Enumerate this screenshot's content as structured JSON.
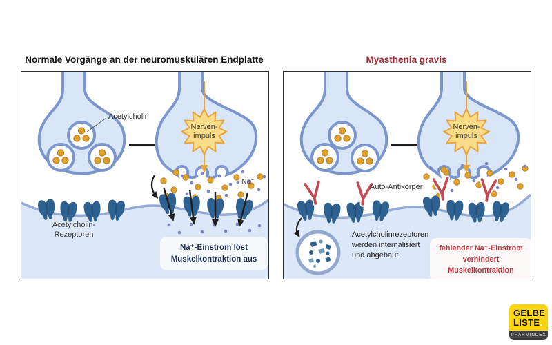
{
  "left_panel": {
    "title": "Normale Vorgänge an der neuromuskulären Endplatte",
    "labels": {
      "acetylcholine": "Acetylcholin",
      "nerve_impulse": "Nerven-\nimpuls",
      "sodium": "Na⁺",
      "receptors": "Acetylcholin-\nRezeptoren",
      "result_box": "Na⁺-Einstrom löst\nMuskelkontraktion aus"
    }
  },
  "right_panel": {
    "title": "Myasthenia gravis",
    "labels": {
      "nerve_impulse": "Nerven-\nimpuls",
      "auto_antibodies": "Auto-Antikörper",
      "internalization": "Acetylcholinrezeptoren\nwerden internalisiert\nund abgebaut",
      "result_box": "fehlender Na⁺-Einstrom\nverhindert\nMuskelkontraktion"
    }
  },
  "logo": {
    "line1": "GELBE",
    "line2": "LISTE",
    "dot": ".",
    "strip": "PHARMINDEX"
  },
  "colors": {
    "title_red": "#a12c35",
    "result_text_red": "#c2353f",
    "result_text_blue": "#1c2e55",
    "terminal_fill": "#d9e6f7",
    "terminal_outline": "#7a96cc",
    "membrane_fill": "#dce8f8",
    "membrane_stroke": "#95abd3",
    "receptor_blue": "#2e618f",
    "acetylcholine_orange": "#e0a12d",
    "sodium_purple": "#7b85c2",
    "starburst_fill": "#f8dc88",
    "starburst_outline": "#e9a440",
    "antibody_red": "#c24a53",
    "logo_yellow": "#fcd40b"
  }
}
